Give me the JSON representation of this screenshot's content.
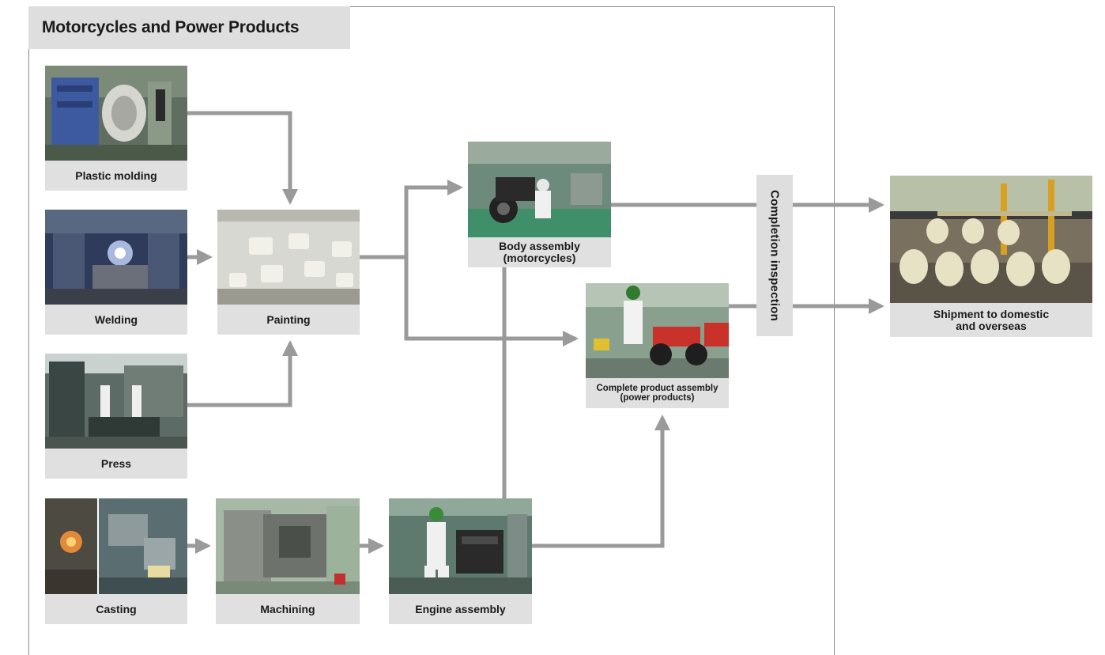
{
  "title": "Motorcycles and Power Products",
  "processes": {
    "plastic_molding": "Plastic molding",
    "welding": "Welding",
    "press": "Press",
    "painting": "Painting",
    "casting": "Casting",
    "machining": "Machining",
    "engine_assembly": "Engine assembly",
    "body_assembly_line1": "Body assembly",
    "body_assembly_line2": "(motorcycles)",
    "complete_assembly_line1": "Complete product assembly",
    "complete_assembly_line2": "(power products)",
    "shipment_line1": "Shipment to domestic",
    "shipment_line2": "and overseas"
  },
  "completion_inspection": "Completion inspection",
  "colors": {
    "arrow": "#9a9a9a",
    "label_bg": "#e0e0e0",
    "header_bg": "#dedede"
  }
}
